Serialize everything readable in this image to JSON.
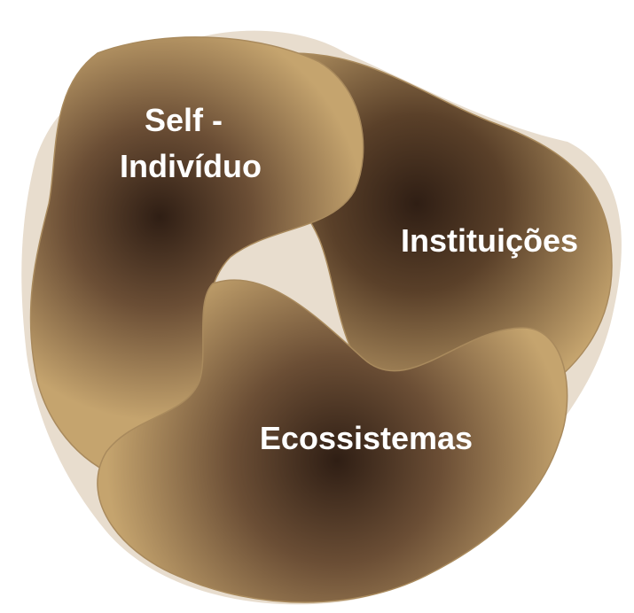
{
  "diagram": {
    "lobes": [
      {
        "id": "self",
        "label_lines": [
          "Self -",
          "Indivíduo"
        ]
      },
      {
        "id": "institutions",
        "label_lines": [
          "Instituições"
        ]
      },
      {
        "id": "ecosystems",
        "label_lines": [
          "Ecossistemas"
        ]
      }
    ],
    "colors": {
      "background": "#ffffff",
      "halo": "#e8ddce",
      "gold": "#c5a46e",
      "dark_brown": "#2f1e14",
      "edge": "#a98a5d",
      "text": "#ffffff"
    }
  }
}
